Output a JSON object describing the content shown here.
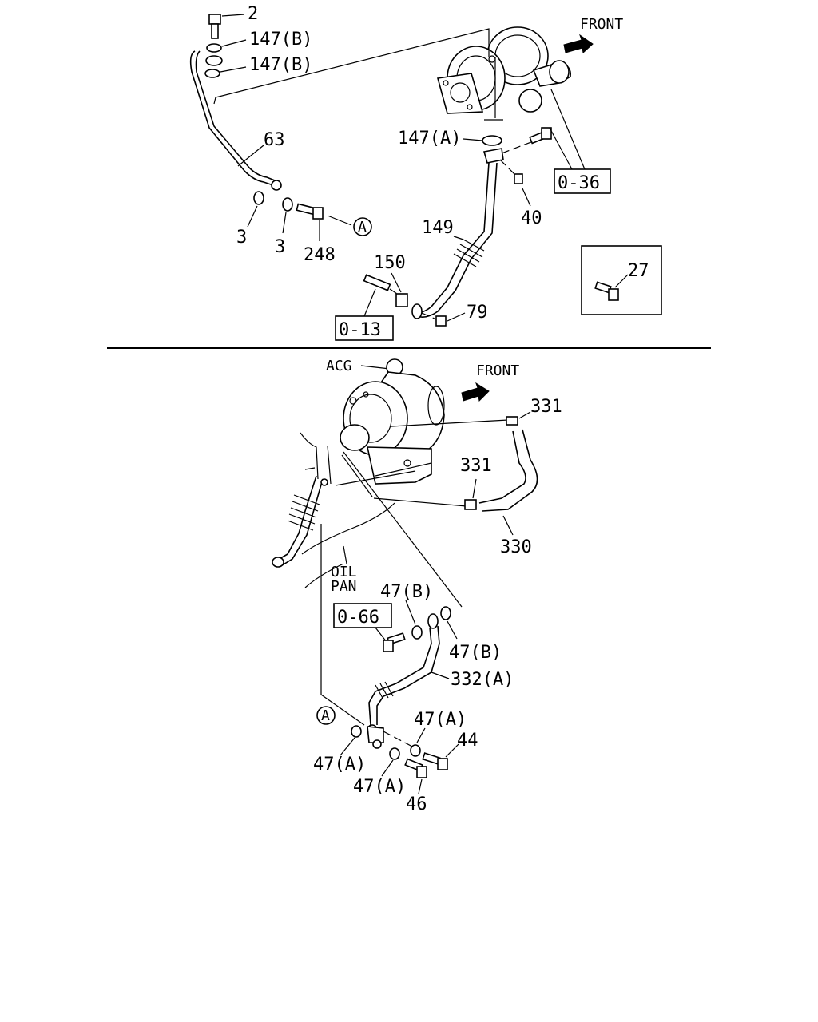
{
  "top_section": {
    "front_label": "FRONT",
    "callouts": {
      "c2": "2",
      "c147b_1": "147(B)",
      "c147b_2": "147(B)",
      "c63": "63",
      "c3_1": "3",
      "c3_2": "3",
      "c248": "248",
      "cA": "A",
      "c147a": "147(A)",
      "c036": "0-36",
      "c40": "40",
      "c149": "149",
      "c150": "150",
      "c013": "0-13",
      "c79": "79",
      "c27": "27"
    }
  },
  "bottom_section": {
    "front_label": "FRONT",
    "callouts": {
      "acg": "ACG",
      "c331_1": "331",
      "c331_2": "331",
      "c330": "330",
      "oil": "OIL",
      "pan": "PAN",
      "c47b_1": "47(B)",
      "c066": "0-66",
      "c47b_2": "47(B)",
      "c332a": "332(A)",
      "cA": "A",
      "c47a_1": "47(A)",
      "c44": "44",
      "c47a_2": "47(A)",
      "c47a_3": "47(A)",
      "c46": "46"
    }
  }
}
